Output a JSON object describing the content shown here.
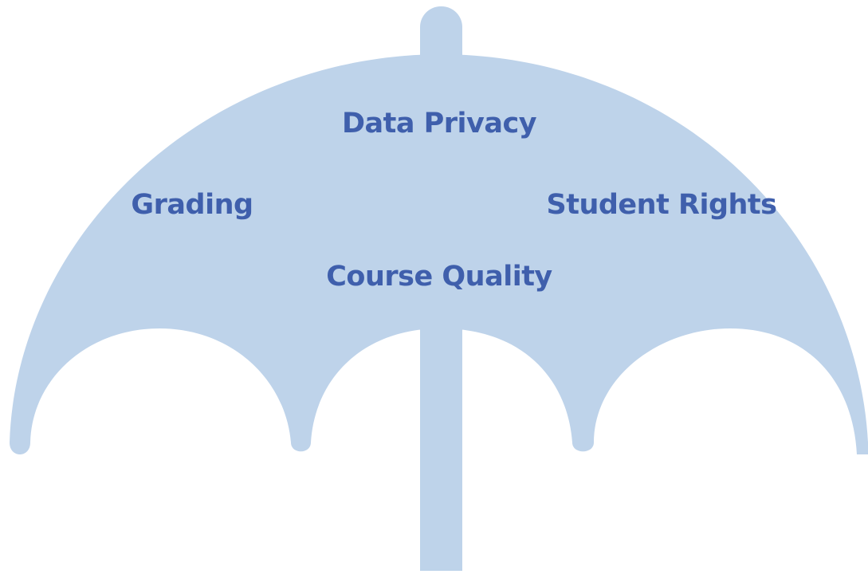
{
  "colors": {
    "umbrella_fill": "#bed3ea",
    "label_text": "#3f5fac",
    "background": "#ffffff"
  },
  "diagram": {
    "shape": "umbrella-icon",
    "labels": {
      "top": "Data Privacy",
      "left": "Grading",
      "right": "Student Rights",
      "center": "Course Quality"
    }
  }
}
